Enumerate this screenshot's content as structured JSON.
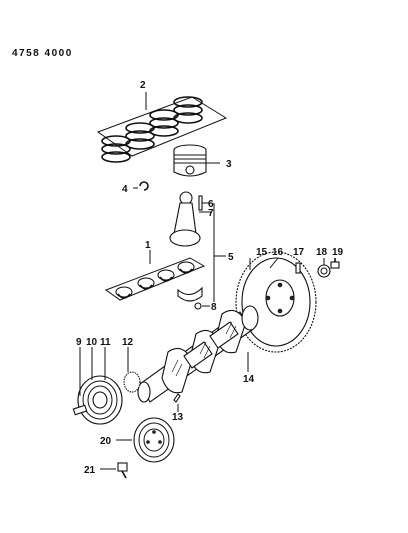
{
  "document": {
    "number": "4758 4000"
  },
  "callouts": {
    "c1": "1",
    "c2": "2",
    "c3": "3",
    "c4": "4",
    "c5": "5",
    "c6": "6",
    "c7": "7",
    "c8": "8",
    "c9": "9",
    "c10": "10",
    "c11": "11",
    "c12": "12",
    "c13": "13",
    "c14": "14",
    "c15": "15",
    "c16": "16",
    "c17": "17",
    "c18": "18",
    "c19": "19",
    "c20": "20",
    "c21": "21"
  },
  "parts": {
    "piston_rings": "piston-ring-set",
    "piston": "piston",
    "pin_clip": "piston-pin-clip",
    "connecting_rod": "connecting-rod",
    "crankshaft": "crankshaft",
    "main_bearings": "crankshaft-main-bearings",
    "flywheel": "flywheel-with-ring-gear",
    "crank_pulley": "crankshaft-pulley",
    "damper_pulley": "damper-pulley"
  },
  "colors": {
    "ink": "#111111",
    "paper": "#ffffff"
  }
}
